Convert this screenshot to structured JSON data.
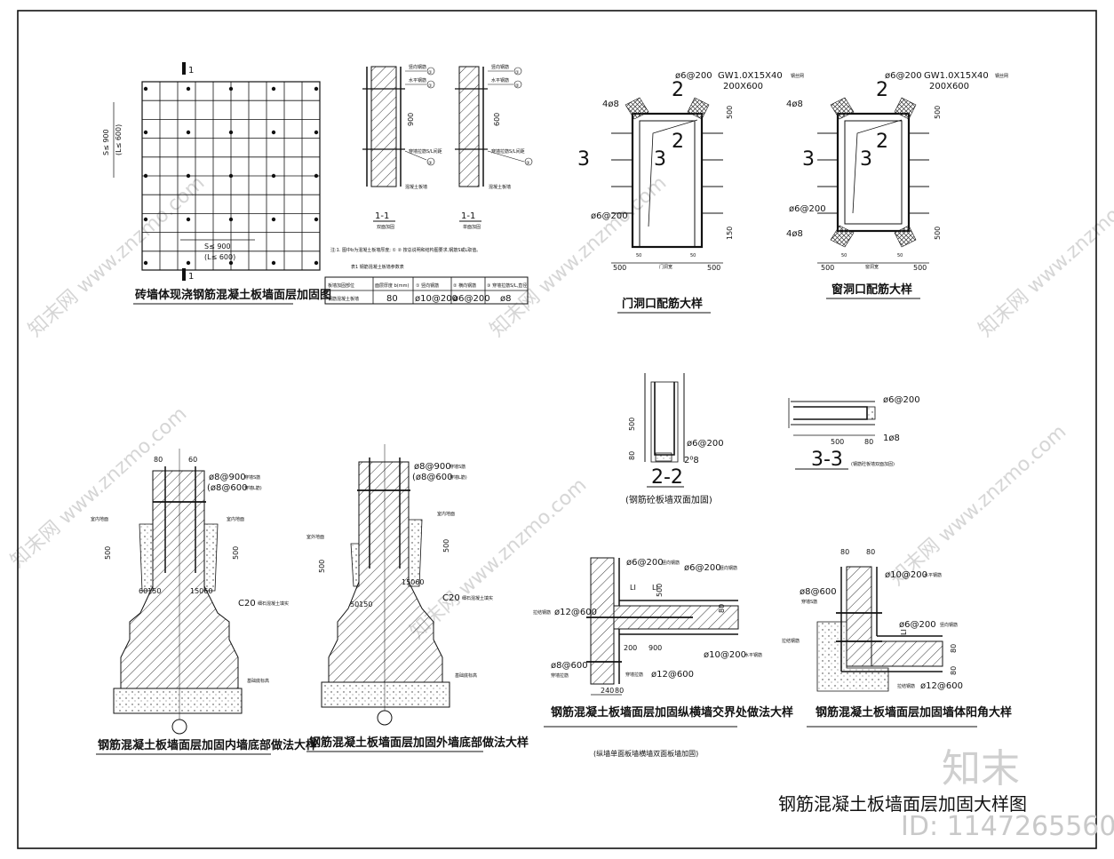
{
  "sheet": {
    "main_title": "钢筋混凝土板墙面层加固大样图",
    "watermark_logo": "知末",
    "watermark_id": "ID: 1147265560",
    "watermark_repeat": "知末网 www.znzmo.com"
  },
  "grid_detail": {
    "title": "砖墙体现浇钢筋混凝土板墙面层加固图",
    "section_mark": "1",
    "dim_h": "S≤ 900",
    "dim_h2": "(L≤ 600)",
    "dim_v": "S≤ 900",
    "dim_v2": "(L≤ 600)"
  },
  "section_1": {
    "label_a": "1-1",
    "label_b": "1-1",
    "sub_a": "双面加固",
    "sub_b": "单面加固",
    "dim": "900",
    "dim_b": "600",
    "note": "注:1. 图中b为混凝土板墙厚度; ① ② 按总说明和结构图要求,钢筋S或L取值。",
    "tags": [
      "①",
      "①",
      "②",
      "③"
    ],
    "tag_labels": [
      "竖向钢筋",
      "水平钢筋",
      "穿墙拉筋S/L间距",
      "混凝土板墙"
    ],
    "table_title": "表1  钢筋混凝土板墙参数表",
    "table": {
      "headers": [
        "板墙加固部位",
        "面层厚度 b(mm)",
        "① 竖向钢筋",
        "② 横向钢筋",
        "③ 穿墙拉筋S/L,直径"
      ],
      "rows": [
        [
          "钢筋混凝土板墙",
          "80",
          "ø10@200",
          "ø6@200",
          "ø8"
        ]
      ]
    }
  },
  "door_detail": {
    "title": "门洞口配筋大样",
    "rebar_top": "ø6@200",
    "gw": "GW1.0X15X40",
    "gw_note": "钢丝网",
    "size": "200X600",
    "corner": "4ø8",
    "side_bar": "ø6@200",
    "sec2": "2",
    "sec3": "3",
    "dims": [
      "500",
      "500",
      "150",
      "50",
      "50",
      "500"
    ],
    "opening": "门洞宽"
  },
  "window_detail": {
    "title": "窗洞口配筋大样",
    "rebar_top": "ø6@200",
    "gw": "GW1.0X15X40",
    "gw_note": "钢丝网",
    "size": "200X600",
    "corner_top": "4ø8",
    "corner_bot": "4ø8",
    "side_bar": "ø6@200",
    "sec2": "2",
    "sec3": "3",
    "dims": [
      "500",
      "500",
      "500",
      "50",
      "50",
      "500"
    ],
    "opening": "窗洞宽"
  },
  "section_2": {
    "label": "2-2",
    "caption": "(钢筋砼板墙双面加固)",
    "rebar": "ø6@200",
    "bars": "2⁰8",
    "dim": "500",
    "dim2": "80"
  },
  "section_3": {
    "label": "3-3",
    "caption": "(钢筋砼板墙双面加固)",
    "rebar": "ø6@200",
    "bar": "1ø8",
    "dim": "500",
    "dim2": "80"
  },
  "inner_footing": {
    "title": "钢筋混凝土板墙面层加固内墙底部做法大样",
    "dim_top_l": "80",
    "dim_top_r": "60",
    "rebar1": "ø8@900",
    "rebar1_note": "穿墙S筋",
    "rebar2": "(ø8@600",
    "rebar2_note": "穿墙L筋)",
    "dim_500l": "500",
    "dim_500r": "500",
    "dim_bot": "60150",
    "dim_bot2": "15060",
    "concrete": "C20",
    "concrete_note": "细石混凝土填实",
    "floor": "室内地面",
    "base": "基础底标高"
  },
  "outer_footing": {
    "title": "钢筋混凝土板墙面层加固外墙底部做法大样",
    "rebar1": "ø8@900",
    "rebar1_note": "穿墙S筋",
    "rebar2": "(ø8@600",
    "rebar2_note": "穿墙L筋)",
    "dim_500l": "500",
    "dim_500r": "500",
    "dim_bot": "50150",
    "dim_bot2": "15060",
    "concrete": "C20",
    "concrete_note": "细石混凝土填实",
    "floor_l": "室外地面",
    "floor_r": "室内地面",
    "base": "基础底标高"
  },
  "tee_junction": {
    "title": "钢筋混凝土板墙面层加固纵横墙交界处做法大样",
    "caption": "(纵墙单面板墙横墙双面板墙加固)",
    "r1": "ø6@200",
    "r1_note": "竖向钢筋",
    "r2": "ø6@200",
    "r2_note": "竖向钢筋",
    "r3": "ø10@200",
    "r3_note": "水平钢筋",
    "r4": "ø12@600",
    "r4_note": "拉结钢筋",
    "r5": "ø8@600",
    "r5_note": "穿墙拉筋",
    "r6": "ø12@600",
    "r6_note": "穿墙拉筋",
    "dims": [
      "200",
      "900",
      "240",
      "80",
      "500",
      "80",
      "LI",
      "LI"
    ]
  },
  "corner_detail": {
    "title": "钢筋混凝土板墙面层加固墙体阳角大样",
    "r1": "ø10@200",
    "r1_note": "水平钢筋",
    "r2": "ø8@600",
    "r2_note": "穿墙S筋",
    "r3": "ø6@200",
    "r3_note": "竖向钢筋",
    "r4": "ø12@600",
    "r4_note": "拉结钢筋",
    "r5": "拉结钢筋",
    "dims": [
      "80",
      "80",
      "80",
      "80",
      "LI"
    ]
  }
}
